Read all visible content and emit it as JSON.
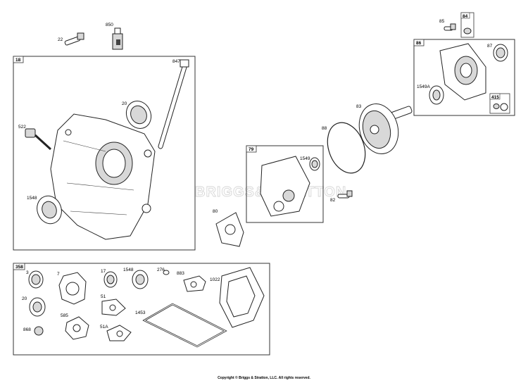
{
  "watermark": "BRIGGS&STRATTON",
  "footer": "Copyright © Briggs & Stratton, LLC. All rights reserved.",
  "boxes": {
    "b18": "18",
    "b358": "358",
    "b79": "79",
    "b86": "86",
    "b84": "84",
    "b415": "415"
  },
  "callouts": {
    "c22": "22",
    "c850": "850",
    "c847": "847",
    "c20": "20",
    "c522": "522",
    "c1548": "1548",
    "c85": "85",
    "c87": "87",
    "c1549A": "1549A",
    "c83": "83",
    "c88": "88",
    "c1549": "1549",
    "c82": "82",
    "c80": "80",
    "k3": "3",
    "k7": "7",
    "k17": "17",
    "k1548": "1548",
    "k276": "276",
    "k883": "883",
    "k1022": "1022",
    "k20": "20",
    "k51": "51",
    "k585": "585",
    "k1453": "1453",
    "k868": "868",
    "k51A": "51A"
  },
  "icons": [
    "bolt-icon",
    "sealant-tube-icon",
    "oil-seal-icon",
    "dipstick-tube-icon",
    "crankcase-icon",
    "gear-icon",
    "gasket-icon",
    "o-ring-icon",
    "bearing-icon"
  ]
}
